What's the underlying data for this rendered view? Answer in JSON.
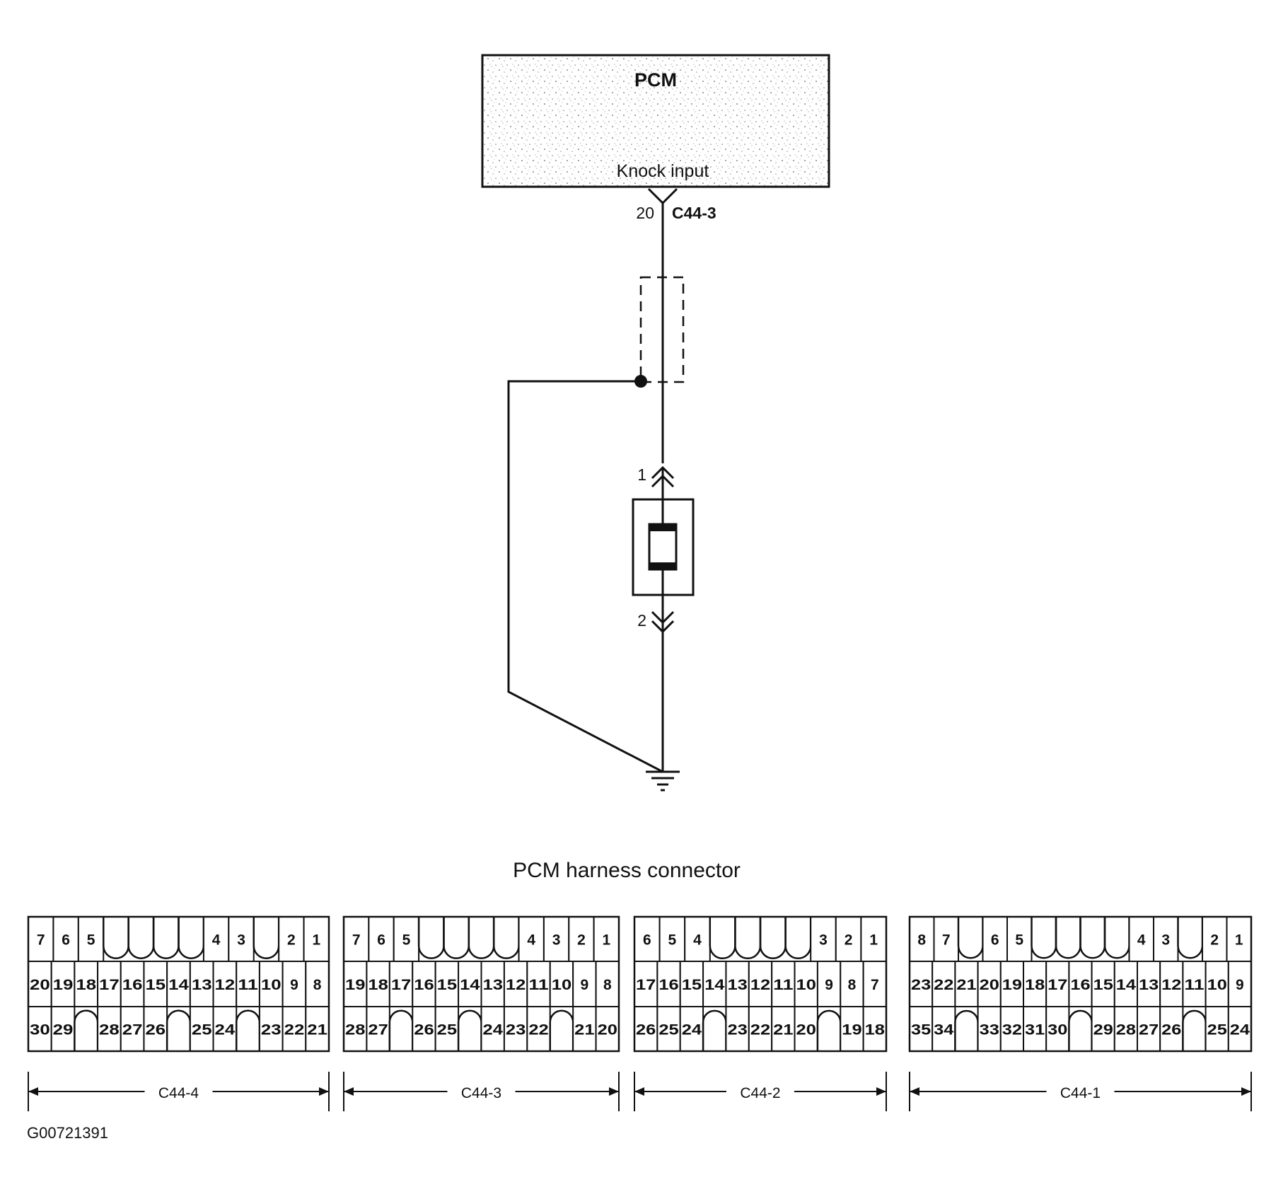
{
  "pcm": {
    "title": "PCM",
    "input_label": "Knock input",
    "pin_number": "20",
    "connector_ref": "C44-3"
  },
  "sensor": {
    "pin_top": "1",
    "pin_bottom": "2"
  },
  "harness": {
    "title": "PCM harness connector",
    "connectors": [
      {
        "name": "C44-4",
        "row1": [
          "7",
          "6",
          "5",
          "",
          "",
          "",
          "",
          "4",
          "3",
          "",
          "2",
          "1"
        ],
        "row2": [
          "20",
          "19",
          "18",
          "17",
          "16",
          "15",
          "14",
          "13",
          "12",
          "11",
          "10",
          "9",
          "8"
        ],
        "row3": [
          "30",
          "29",
          "",
          "28",
          "27",
          "26",
          "",
          "25",
          "24",
          "",
          "23",
          "22",
          "21"
        ]
      },
      {
        "name": "C44-3",
        "row1": [
          "7",
          "6",
          "5",
          "",
          "",
          "",
          "",
          "4",
          "3",
          "2",
          "1"
        ],
        "row2": [
          "19",
          "18",
          "17",
          "16",
          "15",
          "14",
          "13",
          "12",
          "11",
          "10",
          "9",
          "8"
        ],
        "row3": [
          "28",
          "27",
          "",
          "26",
          "25",
          "",
          "24",
          "23",
          "22",
          "",
          "21",
          "20"
        ]
      },
      {
        "name": "C44-2",
        "row1": [
          "6",
          "5",
          "4",
          "",
          "",
          "",
          "",
          "3",
          "2",
          "1"
        ],
        "row2": [
          "17",
          "16",
          "15",
          "14",
          "13",
          "12",
          "11",
          "10",
          "9",
          "8",
          "7"
        ],
        "row3": [
          "26",
          "25",
          "24",
          "",
          "23",
          "22",
          "21",
          "20",
          "",
          "19",
          "18"
        ]
      },
      {
        "name": "C44-1",
        "row1": [
          "8",
          "7",
          "",
          "6",
          "5",
          "",
          "",
          "",
          "",
          "4",
          "3",
          "",
          "2",
          "1"
        ],
        "row2": [
          "23",
          "22",
          "21",
          "20",
          "19",
          "18",
          "17",
          "16",
          "15",
          "14",
          "13",
          "12",
          "11",
          "10",
          "9"
        ],
        "row3": [
          "35",
          "34",
          "",
          "33",
          "32",
          "31",
          "30",
          "",
          "29",
          "28",
          "27",
          "26",
          "",
          "25",
          "24"
        ]
      }
    ]
  },
  "figure_id": "G00721391"
}
